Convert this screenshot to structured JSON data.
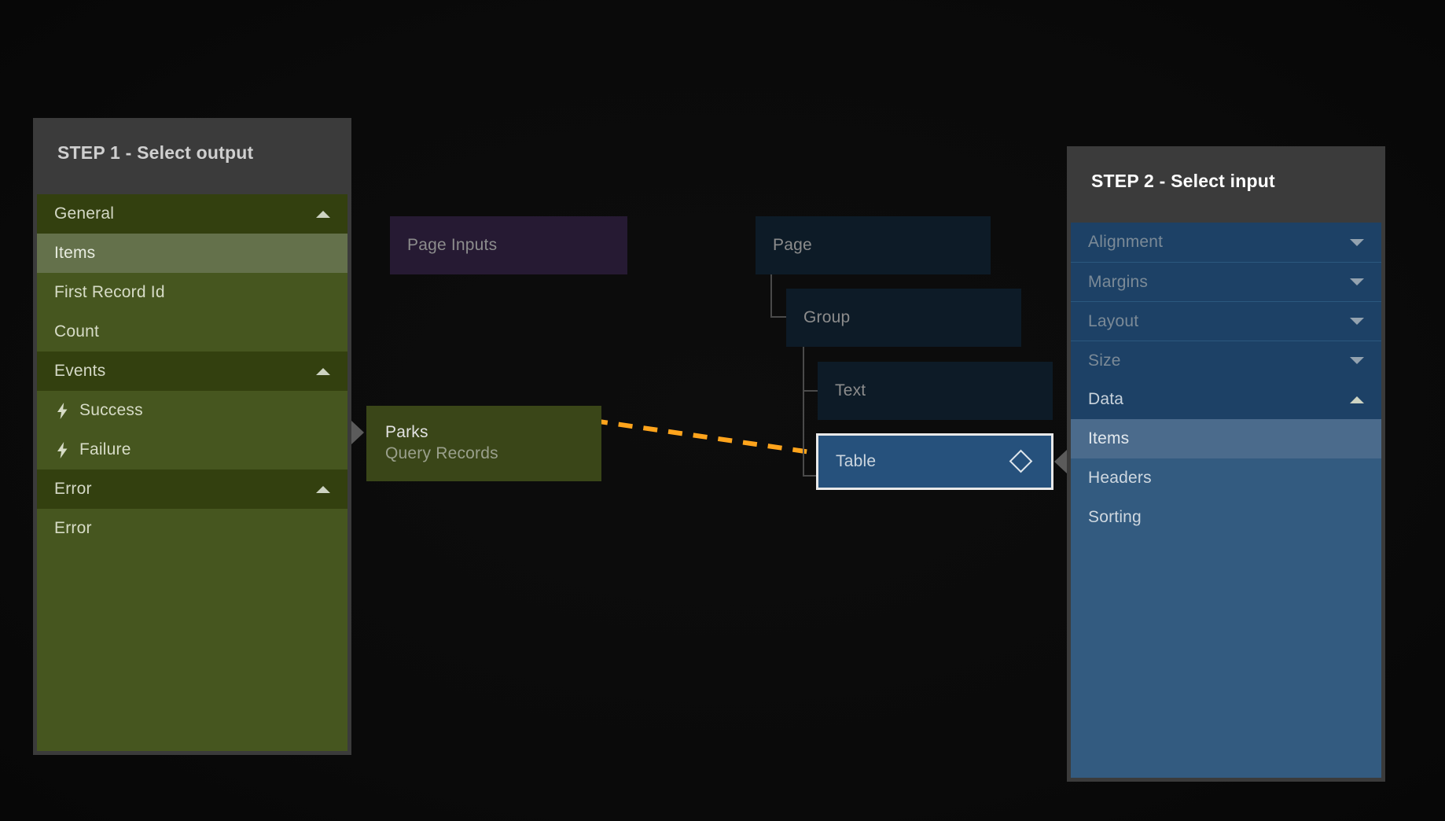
{
  "theme": {
    "canvas_bg": "#0a0a0a",
    "accent_link": "#ffa41c",
    "left_panel_green": "#46561f",
    "right_panel_blue": "#335b80",
    "selected_green": "#64714b",
    "selected_blue": "#4b6b8c",
    "node_tree_blue": "#0d1b27",
    "node_purple": "#261a33",
    "node_green": "#3a4618",
    "table_node_blue": "#26517c",
    "table_node_border": "#e9e9e9"
  },
  "left_panel": {
    "title": "STEP 1 - Select output",
    "rows": [
      {
        "label": "General",
        "type": "header",
        "caret": "up",
        "icon": null
      },
      {
        "label": "Items",
        "type": "selected",
        "caret": null,
        "icon": null
      },
      {
        "label": "First Record Id",
        "type": "item",
        "caret": null,
        "icon": null
      },
      {
        "label": "Count",
        "type": "item",
        "caret": null,
        "icon": null
      },
      {
        "label": "Events",
        "type": "header",
        "caret": "up",
        "icon": null
      },
      {
        "label": "Success",
        "type": "item",
        "caret": null,
        "icon": "lightning-icon"
      },
      {
        "label": "Failure",
        "type": "item",
        "caret": null,
        "icon": "lightning-icon"
      },
      {
        "label": "Error",
        "type": "header",
        "caret": "up",
        "icon": null
      },
      {
        "label": "Error",
        "type": "item",
        "caret": null,
        "icon": null
      }
    ]
  },
  "right_panel": {
    "title": "STEP 2 - Select input",
    "rows": [
      {
        "label": "Alignment",
        "type": "dim",
        "caret": "down"
      },
      {
        "label": "Margins",
        "type": "dim",
        "caret": "down"
      },
      {
        "label": "Layout",
        "type": "dim",
        "caret": "down"
      },
      {
        "label": "Size",
        "type": "dim",
        "caret": "down"
      },
      {
        "label": "Data",
        "type": "header",
        "caret": "up"
      },
      {
        "label": "Items",
        "type": "selected",
        "caret": null
      },
      {
        "label": "Headers",
        "type": "item",
        "caret": null
      },
      {
        "label": "Sorting",
        "type": "item",
        "caret": null
      }
    ]
  },
  "canvas": {
    "page_inputs": {
      "label": "Page Inputs"
    },
    "page": {
      "label": "Page"
    },
    "group": {
      "label": "Group"
    },
    "text": {
      "label": "Text"
    },
    "table": {
      "label": "Table",
      "icon": "diamond-icon",
      "selected": true
    },
    "parks": {
      "title": "Parks",
      "subtitle": "Query Records",
      "output_port": "orange-dot"
    }
  },
  "connection": {
    "from": "parks-output-port",
    "to": "table-node",
    "style": "dashed",
    "color": "#ffa41c",
    "arrowhead": "arrow-right-icon"
  }
}
